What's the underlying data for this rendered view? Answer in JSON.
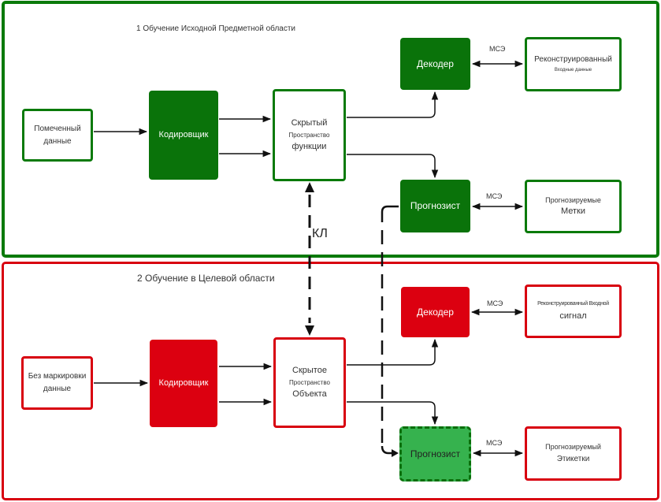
{
  "colors": {
    "source_green": "#0a7a0a",
    "target_red": "#d8000f",
    "fill_green": "#0a730a",
    "fill_red": "#dc0010",
    "predictor_dashed_green": "#36b24e"
  },
  "source": {
    "title": "1 Обучение Исходной Предметной области",
    "input": {
      "line1": "Помеченный",
      "line2": "данные"
    },
    "encoder": "Кодировщик",
    "latent": {
      "line1": "Скрытый",
      "line2": "Пространство",
      "line3": "функции"
    },
    "decoder": "Декодер",
    "predictor": "Прогнозист",
    "recon": {
      "line1": "Реконструированный",
      "line2": "Входные данные"
    },
    "pred_out": {
      "line1": "Прогнозируемые",
      "line2": "Метки"
    },
    "mse1": "МСЭ",
    "mse2": "МСЭ"
  },
  "kl_label": "КЛ",
  "target": {
    "title": "2 Обучение в Целевой области",
    "input": {
      "line1": "Без маркировки",
      "line2": "данные"
    },
    "encoder": "Кодировщик",
    "latent": {
      "line1": "Скрытое",
      "line2": "Пространство",
      "line3": "Объекта"
    },
    "decoder": "Декодер",
    "predictor": "Прогнозист",
    "recon": {
      "line1": "Реконструированный Входной",
      "line2": "сигнал"
    },
    "pred_out": {
      "line1": "Прогнозируемый",
      "line2": "Этикетки"
    },
    "mse1": "МСЭ",
    "mse2": "МСЭ"
  }
}
